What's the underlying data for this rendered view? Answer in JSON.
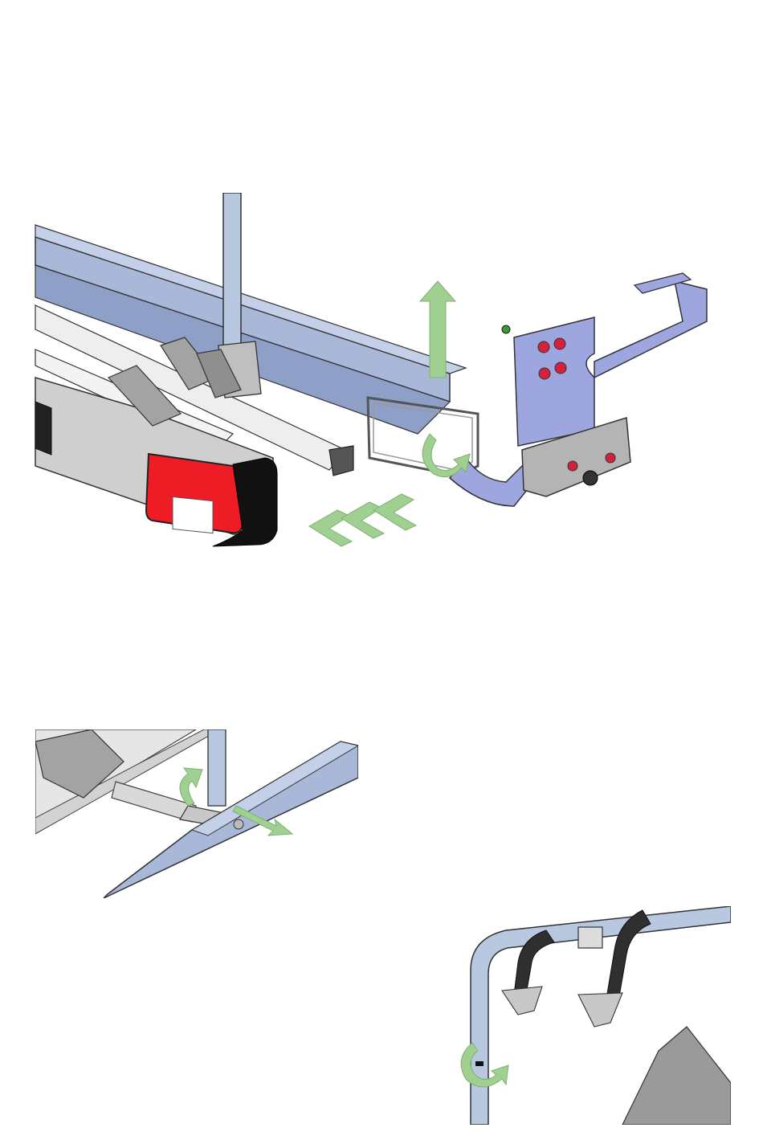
{
  "figures": [
    {
      "id": "main",
      "description_hidden": true
    },
    {
      "id": "detail-left"
    },
    {
      "id": "detail-right"
    }
  ],
  "colors": {
    "rail_blue": "#a9b8d8",
    "rail_blue_dark": "#7f93bd",
    "pipe": "#b7c8e0",
    "arrow_green": "#9fd091",
    "light_red": "#ee1c25",
    "bolt_red": "#d4213c",
    "bracket_violet": "#9ea6df",
    "gray_part": "#a3a3a3",
    "black_cap": "#111111",
    "white": "#ffffff"
  },
  "icons": [
    "up-arrow-icon",
    "rotate-arrow-icon",
    "chevron-left-arrows-icon",
    "diagonal-arrow-icon",
    "curved-arrow-icon"
  ]
}
